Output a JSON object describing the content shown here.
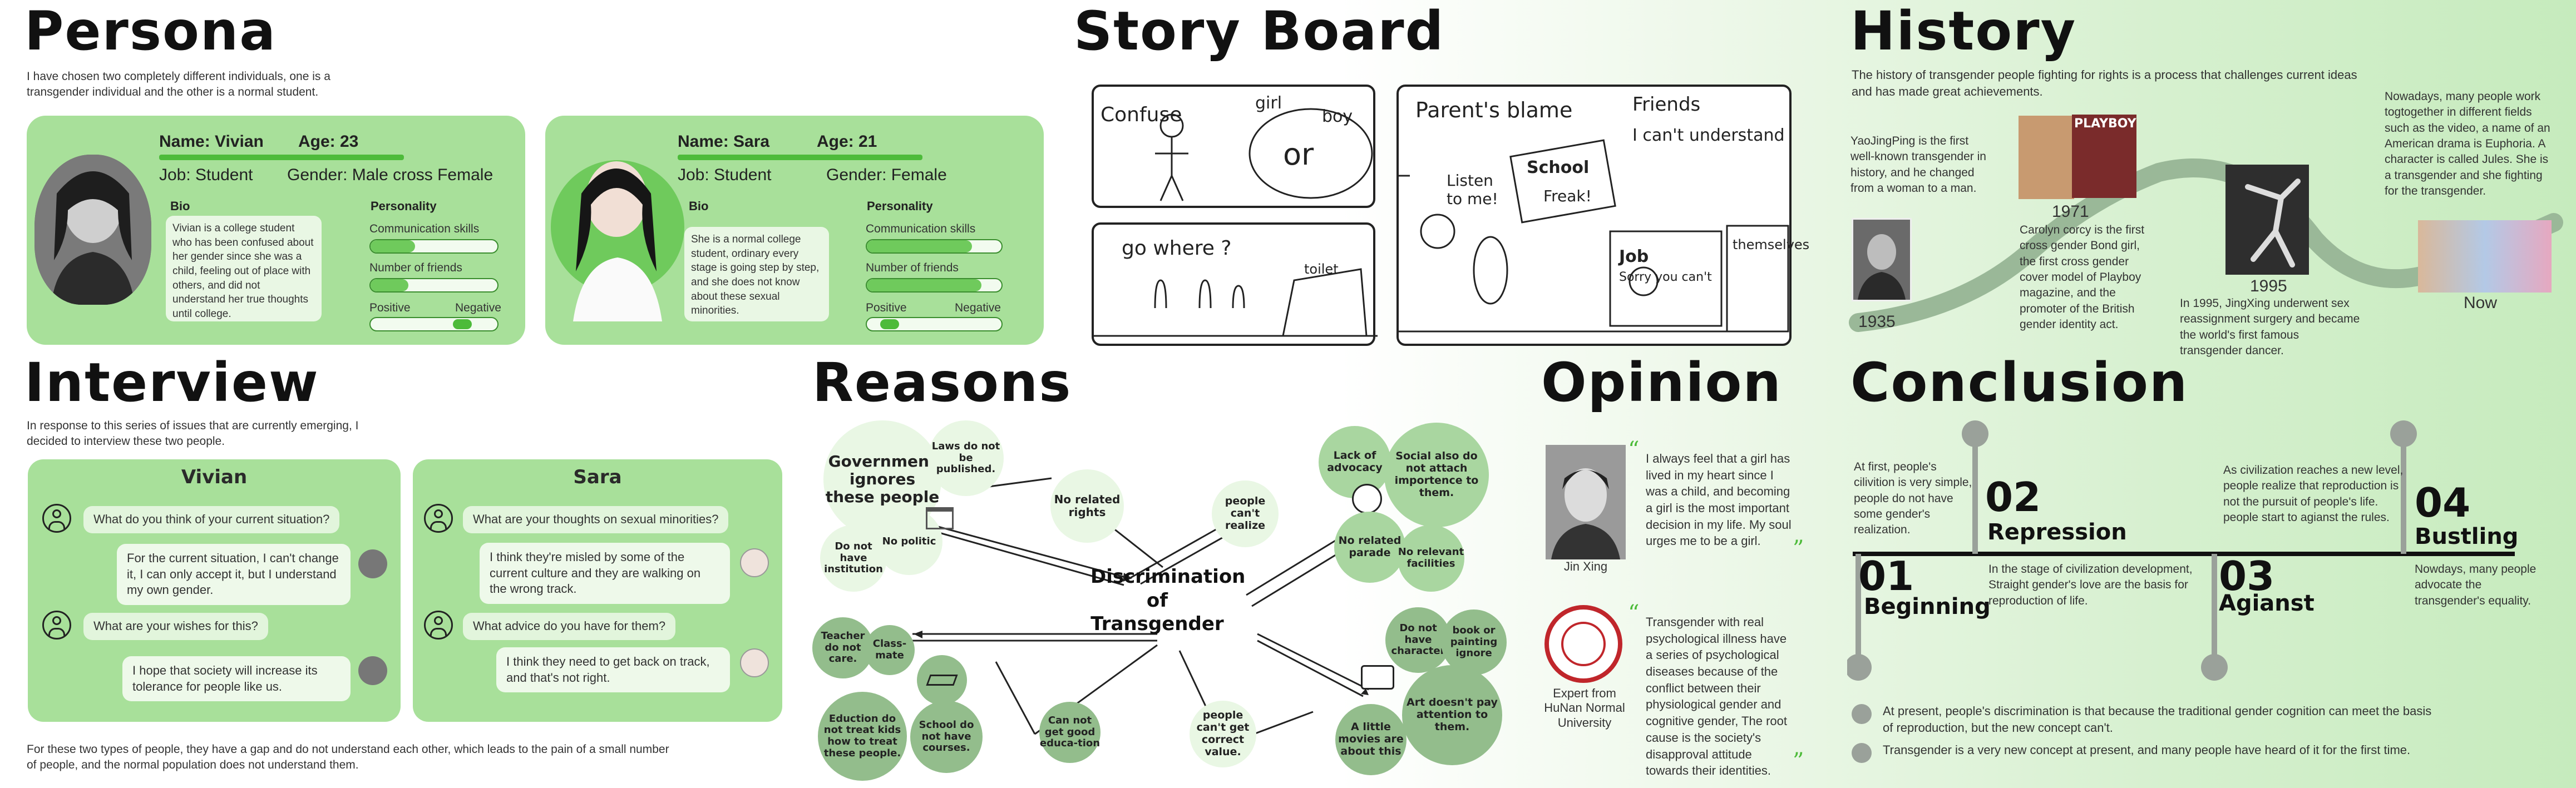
{
  "persona": {
    "title": "Persona",
    "intro": "I have chosen two completely different individuals, one is a transgender individual and the other is a normal student.",
    "labels": {
      "bio": "Bio",
      "personality": "Personality",
      "communication": "Communication skills",
      "friends": "Number of friends",
      "positive": "Positive",
      "negative": "Negative"
    },
    "people": [
      {
        "name": "Name: Vivian",
        "age": "Age: 23",
        "job": "Job: Student",
        "gender": "Gender: Male cross Female",
        "bio": "Vivian is a college student who has been confused about her gender since she was a child, feeling out of place with others, and did not understand her true thoughts until college.",
        "communication": 0.35,
        "friends": 0.3,
        "positive": 0.65
      },
      {
        "name": "Name: Sara",
        "age": "Age: 21",
        "job": "Job: Student",
        "gender": "Gender: Female",
        "bio": "She is a normal college student, ordinary every stage is going step by step, and she does not know about these sexual minorities.",
        "communication": 0.78,
        "friends": 0.85,
        "positive": 0.15
      }
    ]
  },
  "interview": {
    "title": "Interview",
    "intro": "In response to this series of issues that are currently emerging, I decided to interview these two people.",
    "panels": [
      {
        "name": "Vivian",
        "q1": "What do you think of your current situation?",
        "a1": "For the current situation, I can't change it, I can only accept it, but I understand my own gender.",
        "q2": "What are your wishes for this?",
        "a2": "I hope that society will increase its tolerance for people like us."
      },
      {
        "name": "Sara",
        "q1": "What are your thoughts on sexual minorities?",
        "a1": "I think they're misled by some of the current culture and they are walking on the wrong track.",
        "q2": "What advice do you have for them?",
        "a2": "I think they need to get back on track, and that's not right."
      }
    ],
    "outro": "For these two types of people, they have a gap and do not understand each other, which leads to the pain of a small number of people, and the normal population does not understand them."
  },
  "storyboard": {
    "title": "Story Board",
    "panels": [
      "Confuse",
      "girl",
      "boy",
      "or",
      "Parent's blame",
      "Listen to me!",
      "School",
      "Freak!",
      "Friends",
      "I can't understand",
      "go where ?",
      "toilet",
      "Job",
      "Sorry you can't",
      "themselves"
    ]
  },
  "reasons": {
    "title": "Reasons",
    "center": "Discrimination of Transgender",
    "nodes": [
      "Government ignores these people",
      "Laws do not be published.",
      "Do not have institution",
      "No politic",
      "No related rights",
      "people can't realize",
      "Lack of advocacy",
      "Social also do not attach importence to them.",
      "No related parade",
      "No relevant facilities",
      "Teacher do not care.",
      "Class-mate",
      "Eduction do not treat kids how to treat these people.",
      "School do not have courses.",
      "Can not get good educa-tion",
      "people can't get correct value.",
      "Do not have character",
      "book or painting ignore",
      "Art doesn't pay attention to them.",
      "A little movies are about this"
    ]
  },
  "opinion": {
    "title": "Opinion",
    "items": [
      {
        "who": "Jin Xing",
        "text": "I always feel that a girl has lived in my heart since I was a child, and becoming a girl is the most important decision in my life. My soul urges me to be a girl."
      },
      {
        "who": "Expert from HuNan Normal University",
        "text": "Transgender with real psychological illness have a series of psychological diseases because of the conflict between their physiological gender and cognitive gender, The root cause is the society's disapproval attitude towards their identities."
      }
    ]
  },
  "history": {
    "title": "History",
    "intro": "The history of transgender people fighting for rights is a process that challenges current ideas and has made great achievements.",
    "events": [
      {
        "year": "1935",
        "text": "YaoJingPing is the first well-known transgender in history, and he changed from a woman to a man."
      },
      {
        "year": "1971",
        "text": "Carolyn corcy is the first cross gender Bond girl, the first cross gender cover model of Playboy magazine, and the promoter of the British gender identity act."
      },
      {
        "year": "1995",
        "text": "In 1995, JingXing underwent sex reassignment surgery and became the world's first famous transgender dancer."
      },
      {
        "year": "Now",
        "text": "Nowadays, many people work togtogether in different fields such as the video, a name of an American drama is Euphoria. A character is called Jules. She is a transgender and she fighting for the transgender."
      }
    ],
    "magazine": "PLAYBOY"
  },
  "conclusion": {
    "title": "Conclusion",
    "stages": [
      {
        "num": "01",
        "name": "Beginning",
        "text": "At first, people's cilivition is very simple, people do not have some gender's realization."
      },
      {
        "num": "02",
        "name": "Repression",
        "text": "In the stage of civilization development, Straight gender's love are the basis for reproduction of life."
      },
      {
        "num": "03",
        "name": "Agianst",
        "text": "As civilization reaches a new level, people realize that reproduction is not the pursuit of people's life. people start to agianst the rules."
      },
      {
        "num": "04",
        "name": "Bustling",
        "text": "Nowdays, many people advocate the transgender's equality."
      }
    ],
    "notes": [
      "At present, people's discrimination is that because the traditional gender cognition can meet the basis of reproduction, but the new concept can't.",
      "Transgender is a very new concept at present, and many people have heard of it for the first time."
    ]
  }
}
